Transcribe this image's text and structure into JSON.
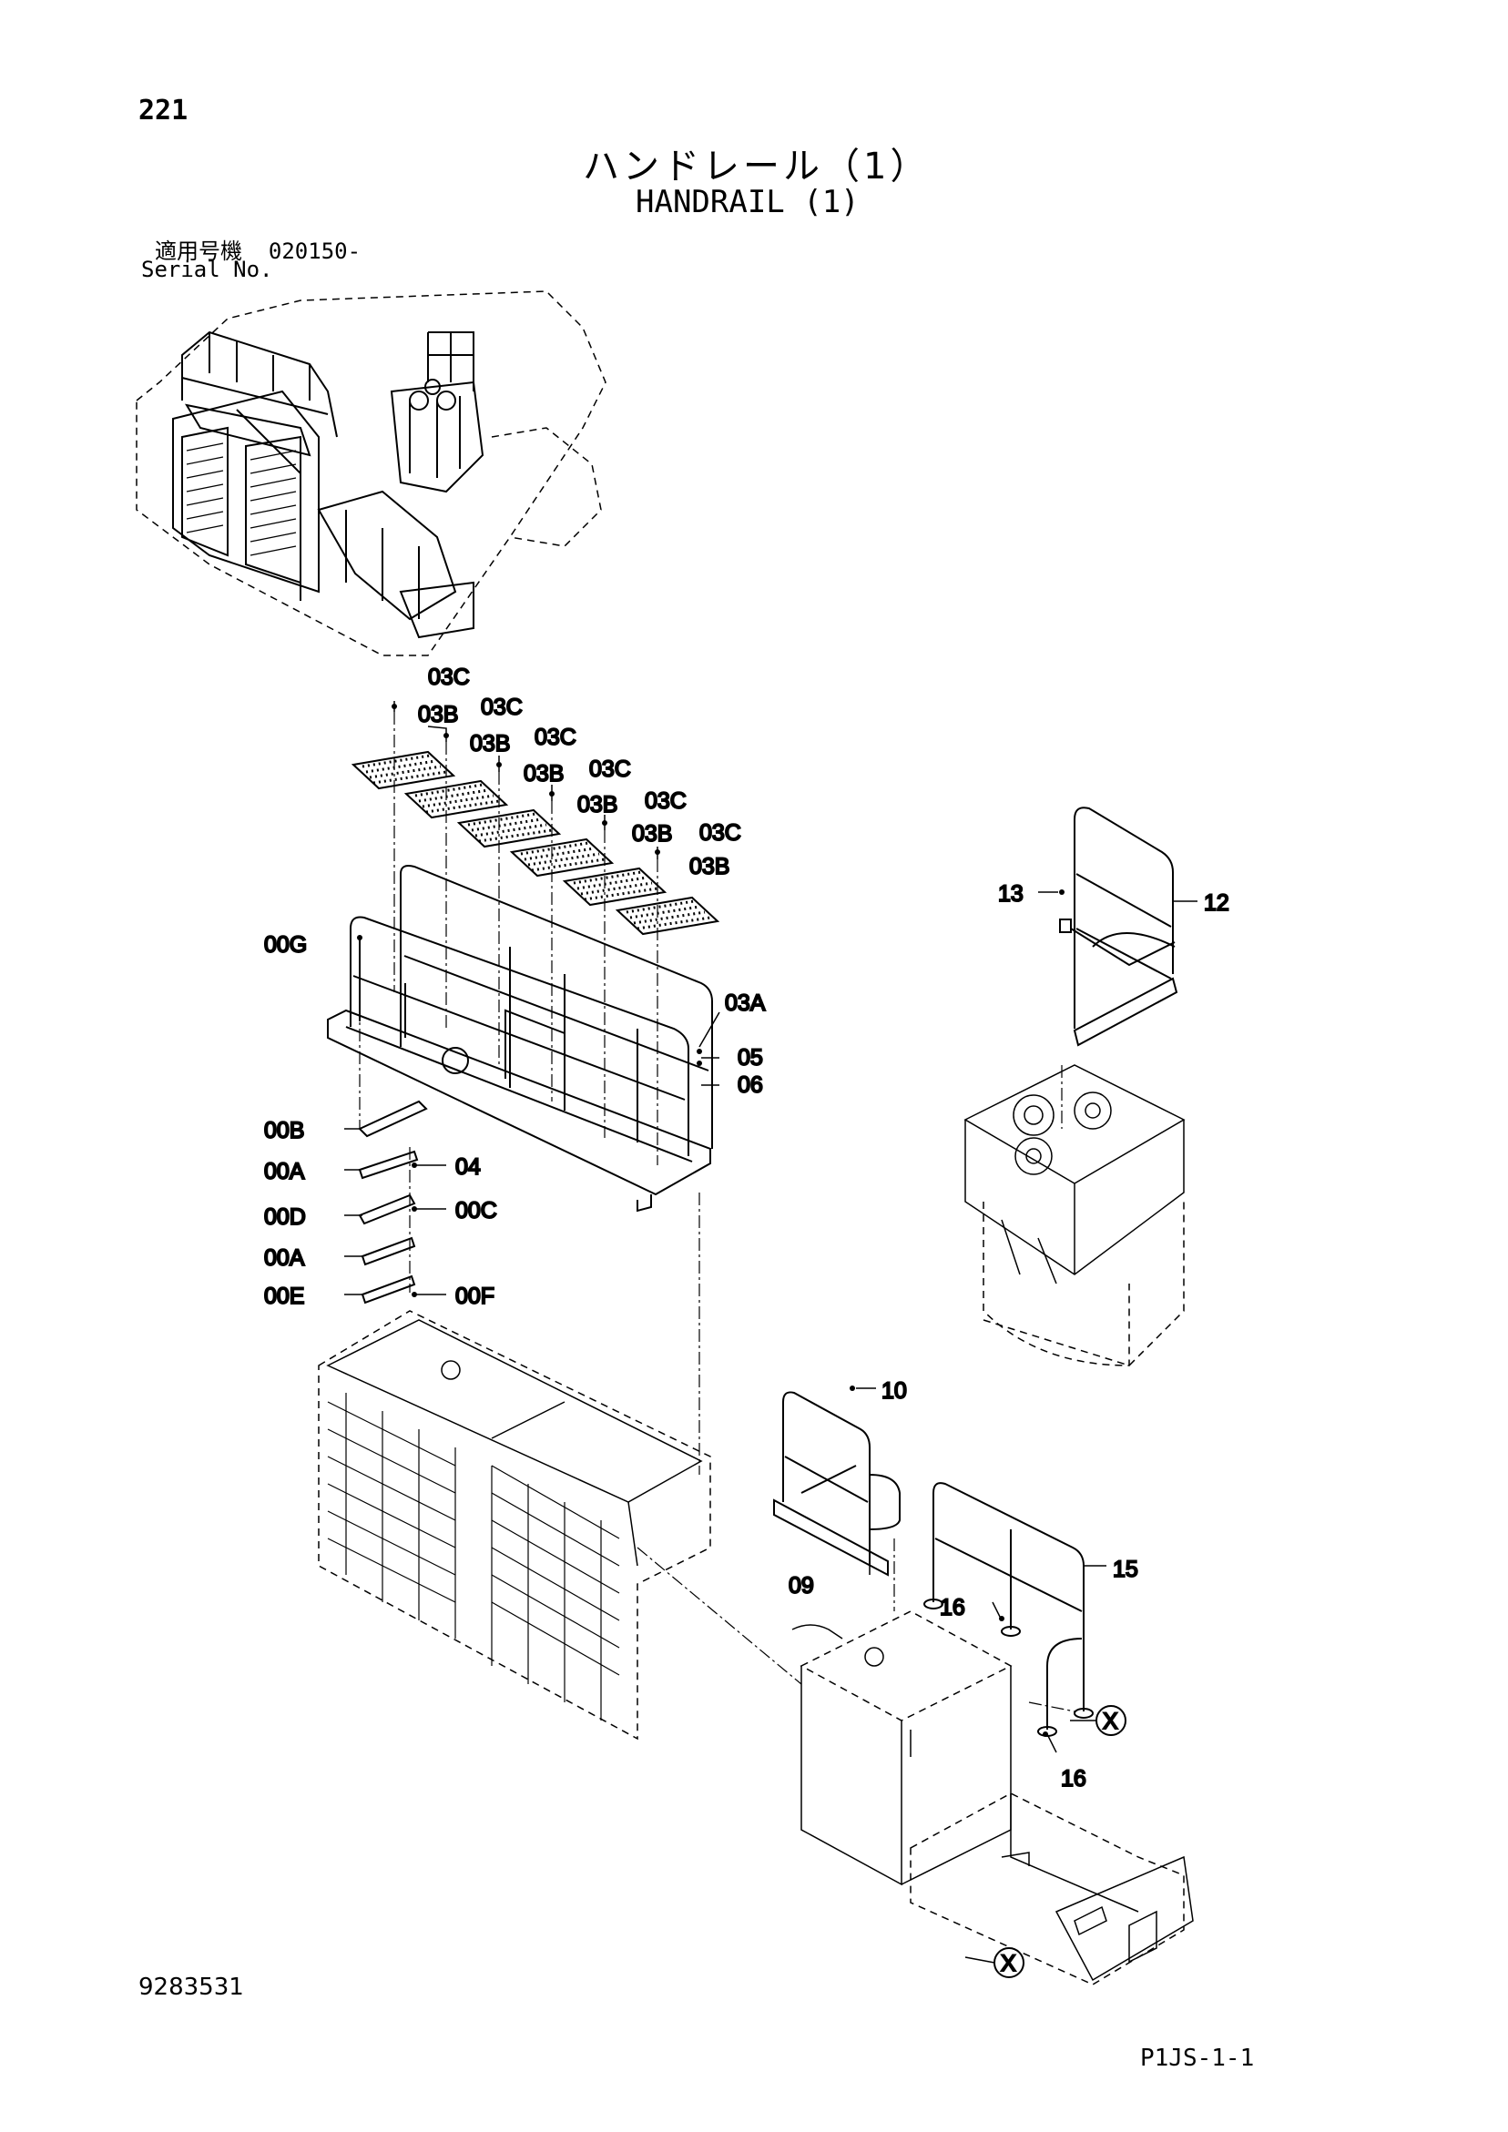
{
  "header": {
    "page_number": "221",
    "title_jp": "ハンドレール（1）",
    "title_en": "HANDRAIL (1)",
    "serial_label_jp": "適用号機",
    "serial_value": "020150-",
    "serial_label_en": "Serial No."
  },
  "footer": {
    "doc_number": "9283531",
    "page_code": "P1JS-1-1"
  },
  "callouts": [
    {
      "id": "lbl-03C-1",
      "text": "03C"
    },
    {
      "id": "lbl-03B-1",
      "text": "03B"
    },
    {
      "id": "lbl-03C-2",
      "text": "03C"
    },
    {
      "id": "lbl-03B-2",
      "text": "03B"
    },
    {
      "id": "lbl-03C-3",
      "text": "03C"
    },
    {
      "id": "lbl-03B-3",
      "text": "03B"
    },
    {
      "id": "lbl-03C-4",
      "text": "03C"
    },
    {
      "id": "lbl-03B-4",
      "text": "03B"
    },
    {
      "id": "lbl-03C-5",
      "text": "03C"
    },
    {
      "id": "lbl-03B-5",
      "text": "03B"
    },
    {
      "id": "lbl-03C-6",
      "text": "03C"
    },
    {
      "id": "lbl-03B-6",
      "text": "03B"
    },
    {
      "id": "lbl-00G",
      "text": "00G"
    },
    {
      "id": "lbl-03A",
      "text": "03A"
    },
    {
      "id": "lbl-05",
      "text": "05"
    },
    {
      "id": "lbl-06",
      "text": "06"
    },
    {
      "id": "lbl-00B",
      "text": "00B"
    },
    {
      "id": "lbl-00A-1",
      "text": "00A"
    },
    {
      "id": "lbl-04",
      "text": "04"
    },
    {
      "id": "lbl-00D",
      "text": "00D"
    },
    {
      "id": "lbl-00C",
      "text": "00C"
    },
    {
      "id": "lbl-00A-2",
      "text": "00A"
    },
    {
      "id": "lbl-00E",
      "text": "00E"
    },
    {
      "id": "lbl-00F",
      "text": "00F"
    },
    {
      "id": "lbl-13",
      "text": "13"
    },
    {
      "id": "lbl-12",
      "text": "12"
    },
    {
      "id": "lbl-10",
      "text": "10"
    },
    {
      "id": "lbl-09",
      "text": "09"
    },
    {
      "id": "lbl-15",
      "text": "15"
    },
    {
      "id": "lbl-16-1",
      "text": "16"
    },
    {
      "id": "lbl-16-2",
      "text": "16"
    },
    {
      "id": "lbl-X-1",
      "text": "X"
    },
    {
      "id": "lbl-X-2",
      "text": "X"
    }
  ]
}
